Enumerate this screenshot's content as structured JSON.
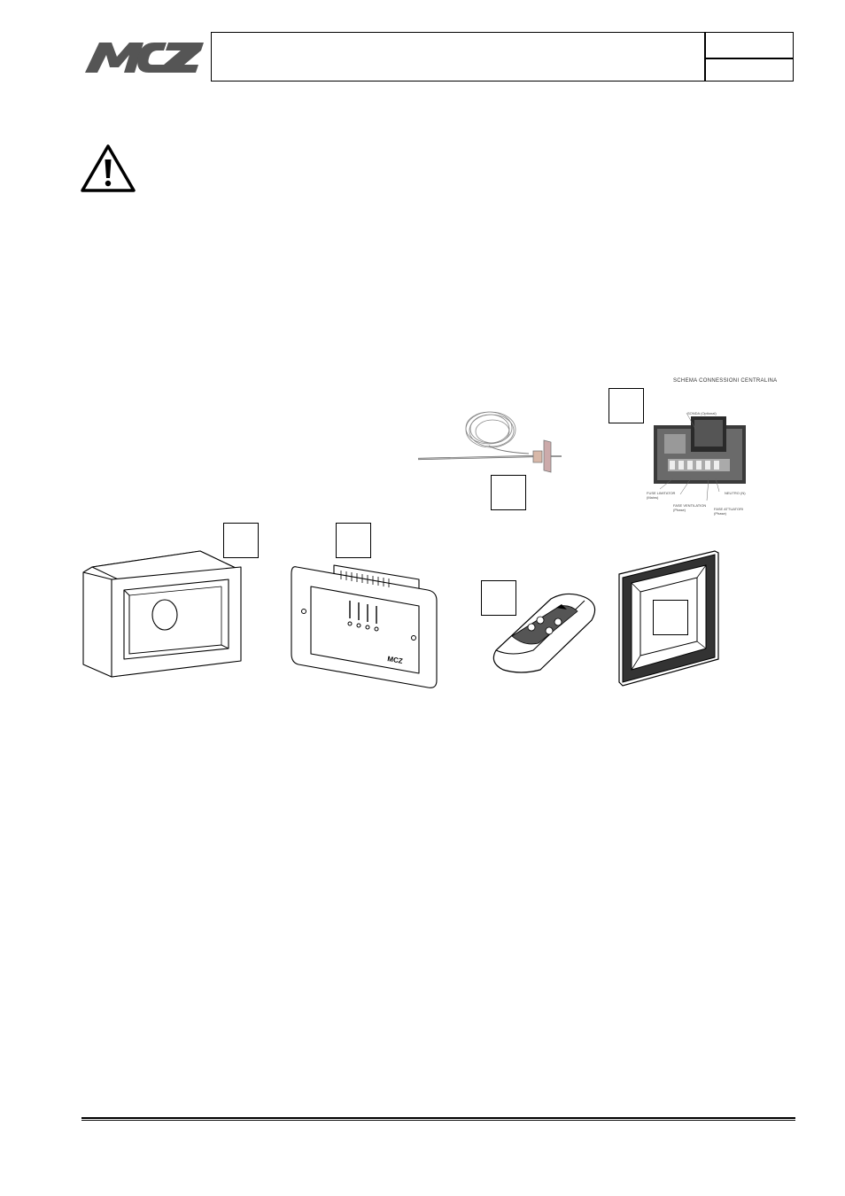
{
  "header": {
    "logo_text": "MCZ"
  },
  "board_diagram": {
    "title": "SCHEMA CONNESSIONI CENTRALINA",
    "labels": [
      "SONDA (Optional)",
      "FUSE LIMITATOR (Mains)",
      "FASE VENTILATION (Phase)",
      "NEUTRO (N)",
      "FASE ATTUATORI (Phase)"
    ]
  },
  "colors": {
    "ink": "#000000",
    "paper": "#ffffff"
  },
  "icons": {
    "warning": "warning-triangle-icon"
  }
}
